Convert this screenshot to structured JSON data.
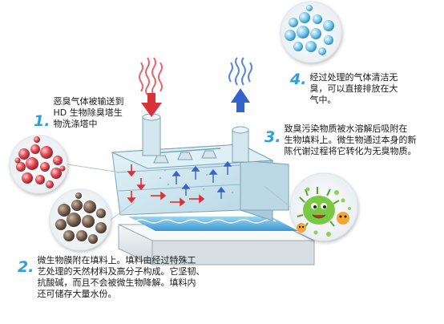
{
  "steps": [
    {
      "number": "1.",
      "lines": [
        "恶臭气体被输送到",
        "HD 生物除臭塔生",
        "物洗涤塔中"
      ]
    },
    {
      "number": "2.",
      "lines": [
        "微生物膜附在填料上。填料由经过特殊工",
        "艺处理的天然材料及高分子构成。它坚韧、",
        "抗酸碱，而且不会被微生物降解。填料内",
        "还可储存大量水份。"
      ]
    },
    {
      "number": "3.",
      "lines": [
        "致臭污染物质被水溶解后吸附在",
        "生物填料上。微生物通过本身的新",
        "陈代谢过程将它转化为无臭物质。"
      ]
    },
    {
      "number": "4.",
      "lines": [
        "经过处理的气体清洁无",
        "臭，可以直接排放在大",
        "气中。"
      ]
    }
  ],
  "colors": {
    "step_number": "#2e9fd8",
    "odor_gas": "#d8323a",
    "clean_gas": "#3563c9",
    "water": "#5fb0dc",
    "tower_glass": "#cfe6f0",
    "base": "#e9eef0"
  },
  "icons": {
    "red-particles": "red bubble cluster",
    "brown-filler": "brown porous filler balls",
    "blue-bubbles": "blue clean bubbles",
    "microbes": "green microbe cartoons"
  }
}
